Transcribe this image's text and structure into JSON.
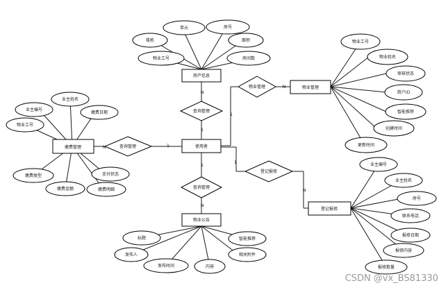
{
  "entities": {
    "room": "房产信息",
    "user": "使用者",
    "admin": "物业管理",
    "fee": "缴费管理",
    "repair": "登记报修",
    "notice": "物业公告"
  },
  "relationships": {
    "manage_top": "查询管理",
    "manage_right": "物业管理",
    "manage_left": "查询管理",
    "repair_reg": "登记报修",
    "manage_bottom": "查询管理"
  },
  "cardinalities": {
    "c_room_rel": "N",
    "c_rel_user_top": "1",
    "c_admin_rel": "N",
    "c_rel_user_right": "1",
    "c_fee_rel": "N",
    "c_rel_user_left": "1",
    "c_user_repair": "1",
    "c_repair_in": "N",
    "c_user_bottom": "1",
    "c_notice_rel": "N"
  },
  "room_attrs": {
    "unit": "单元",
    "roomno": "房号",
    "building": "楼栋",
    "area": "面积",
    "staff_no": "物业工号",
    "rooms": "房间数"
  },
  "admin_attrs": {
    "staff_no": "物业工号",
    "name": "物业姓名",
    "audit": "审核状态",
    "uid": "用户ID",
    "smart": "智能推荐",
    "created": "创建时间",
    "updated": "更新时间"
  },
  "fee_attrs": {
    "owner_name": "业主姓名",
    "owner_no": "业主编号",
    "fee_date": "缴费日期",
    "staff_no": "物业工号",
    "fee_type": "缴费类型",
    "pay_state": "支付状态",
    "amount": "缴费金额",
    "detail": "缴费明细"
  },
  "repair_attrs": {
    "owner_no": "业主编号",
    "owner_name": "业主姓名",
    "roomno": "房号",
    "phone": "联系电话",
    "date": "报修日期",
    "content": "报修内容",
    "count": "报修数量"
  },
  "notice_attrs": {
    "title": "标题",
    "smart": "智能推荐",
    "publisher": "发布人",
    "attach": "相关附件",
    "time": "发布时间",
    "content": "内容"
  },
  "watermark": "CSDN @vx_BS81330"
}
